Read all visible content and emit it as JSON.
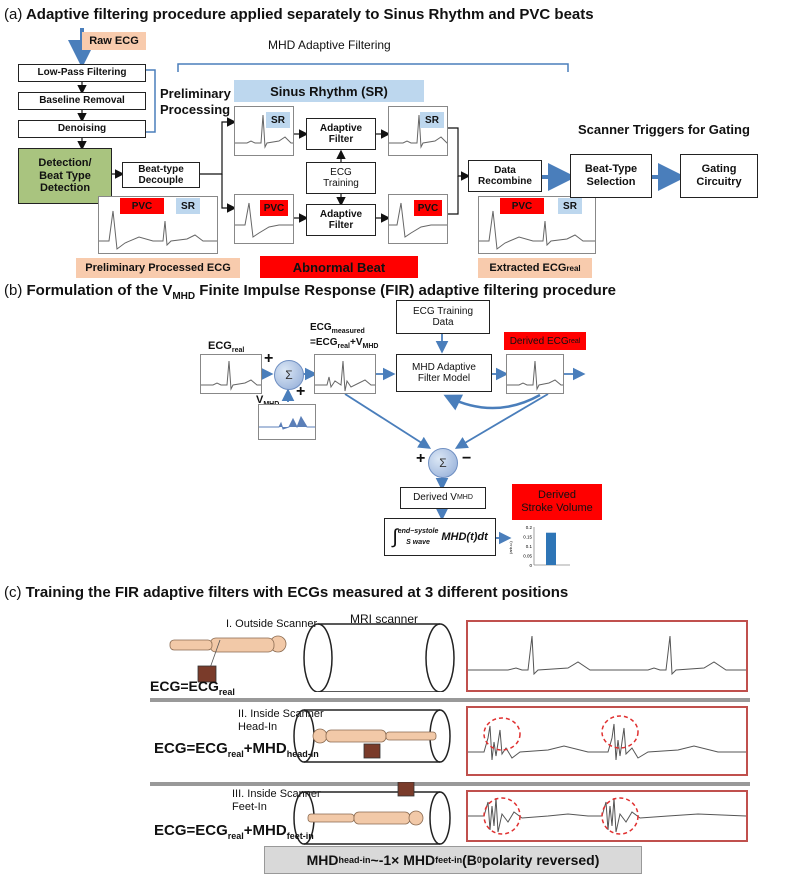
{
  "panel_a": {
    "label": "(a)",
    "title": "Adaptive filtering procedure applied separately to Sinus Rhythm and PVC beats",
    "raw_ecg": "Raw ECG",
    "mhd_adaptive_filtering": "MHD Adaptive Filtering",
    "low_pass": "Low-Pass Filtering",
    "baseline": "Baseline Removal",
    "denoising": "Denoising",
    "preliminary_processing": "Preliminary\nProcessing",
    "detection": "Detection/\nBeat Type\nDetection",
    "beat_type_decouple": "Beat-type\nDecouple",
    "sinus_rhythm": "Sinus Rhythm (SR)",
    "adaptive_filter": "Adaptive\nFilter",
    "ecg_training": "ECG\nTraining",
    "data_recombine": "Data\nRecombine",
    "scanner_triggers": "Scanner Triggers for Gating",
    "beat_type_selection": "Beat-Type\nSelection",
    "gating_circuitry": "Gating\nCircuitry",
    "pvc": "PVC",
    "sr": "SR",
    "preliminary_processed_ecg": "Preliminary Processed ECG",
    "abnormal_beat": "Abnormal Beat",
    "extracted_ecg": "Extracted ECG",
    "extracted_ecg_sub": "real"
  },
  "panel_b": {
    "label": "(b)",
    "title_pre": "Formulation of the V",
    "title_sub": "MHD",
    "title_post": " Finite Impulse Response (FIR) adaptive filtering procedure",
    "ecg_real": "ECG",
    "real_sub": "real",
    "plus": "+",
    "minus": "−",
    "sigma": "Σ",
    "v_mhd": "V",
    "mhd_sub": "MHD",
    "ecg_measured": "ECG",
    "measured_sub": "measured",
    "measured_eq": "=ECG",
    "measured_eq_tail": "+V",
    "ecg_training_data": "ECG Training\nData",
    "mhd_filter_model": "MHD Adaptive\nFilter Model",
    "derived_ecg": "Derived ECG",
    "derived_vmhd": "Derived V",
    "integral_text": "∫",
    "integral_lower": "S wave",
    "integral_upper": "end−systole",
    "integral_body": "MHD(t)dt",
    "derived_stroke_volume": "Derived\nStroke Volume"
  },
  "bar_chart": {
    "type": "bar",
    "ylabel": "(arb.u.)",
    "yticks": [
      "0.2",
      "0.15",
      "0.1",
      "0.05",
      "0"
    ],
    "ylim": [
      0,
      0.2
    ],
    "values": [
      0.17
    ]
  },
  "panel_c": {
    "label": "(c)",
    "title": "Training the FIR adaptive filters with ECGs measured at 3 different positions",
    "outside_scanner": "I. Outside Scanner",
    "mri_scanner": "MRI scanner",
    "eq1_pre": "ECG=ECG",
    "eq1_sub": "real",
    "inside_head": "II. Inside Scanner\nHead-In",
    "eq2_pre": "ECG=ECG",
    "eq2_sub1": "real",
    "eq2_mid": "+MHD",
    "eq2_sub2": "head-in",
    "inside_feet": "III. Inside Scanner\nFeet-In",
    "eq3_pre": "ECG=ECG",
    "eq3_sub1": "real",
    "eq3_mid": "+MHD",
    "eq3_sub2": "feet-in",
    "footer_pre": "MHD",
    "footer_sub1": "head-in",
    "footer_mid": " ~-1× MHD",
    "footer_sub2": "feet-in",
    "footer_tail": " (B",
    "footer_sub3": "0",
    "footer_end": " polarity reversed)"
  },
  "colors": {
    "arrow": "#4a7ebb",
    "peach": "#f8cbad",
    "light_blue": "#bdd7ee",
    "red": "#ff0000",
    "green": "#a9c47f",
    "frame": "#c0504d"
  }
}
